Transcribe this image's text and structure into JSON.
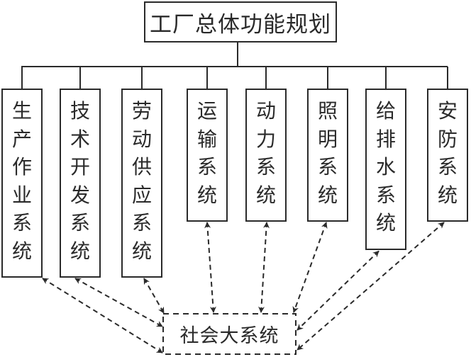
{
  "diagram": {
    "root": {
      "label": "工厂总体功能规划"
    },
    "subsystems": [
      {
        "label": "生产作业系统"
      },
      {
        "label": "技术开发系统"
      },
      {
        "label": "劳动供应系统"
      },
      {
        "label": "运输系统"
      },
      {
        "label": "动力系统"
      },
      {
        "label": "照明系统"
      },
      {
        "label": "给排水系统"
      },
      {
        "label": "安防系统"
      }
    ],
    "external": {
      "label": "社会大系统",
      "border_style": "dashed"
    },
    "relations": [
      {
        "from": "生产作业系统",
        "to": "社会大系统",
        "type": "bidirectional-dashed"
      },
      {
        "from": "技术开发系统",
        "to": "社会大系统",
        "type": "bidirectional-dashed"
      },
      {
        "from": "劳动供应系统",
        "to": "社会大系统",
        "type": "bidirectional-dashed"
      },
      {
        "from": "运输系统",
        "to": "社会大系统",
        "type": "bidirectional-dashed"
      },
      {
        "from": "动力系统",
        "to": "社会大系统",
        "type": "bidirectional-dashed"
      },
      {
        "from": "照明系统",
        "to": "社会大系统",
        "type": "bidirectional-dashed"
      },
      {
        "from": "给排水系统",
        "to": "社会大系统",
        "type": "bidirectional-dashed"
      },
      {
        "from": "安防系统",
        "to": "社会大系统",
        "type": "bidirectional-dashed"
      }
    ],
    "colors": {
      "line": "#2a2a2a",
      "background": "#ffffff"
    }
  }
}
